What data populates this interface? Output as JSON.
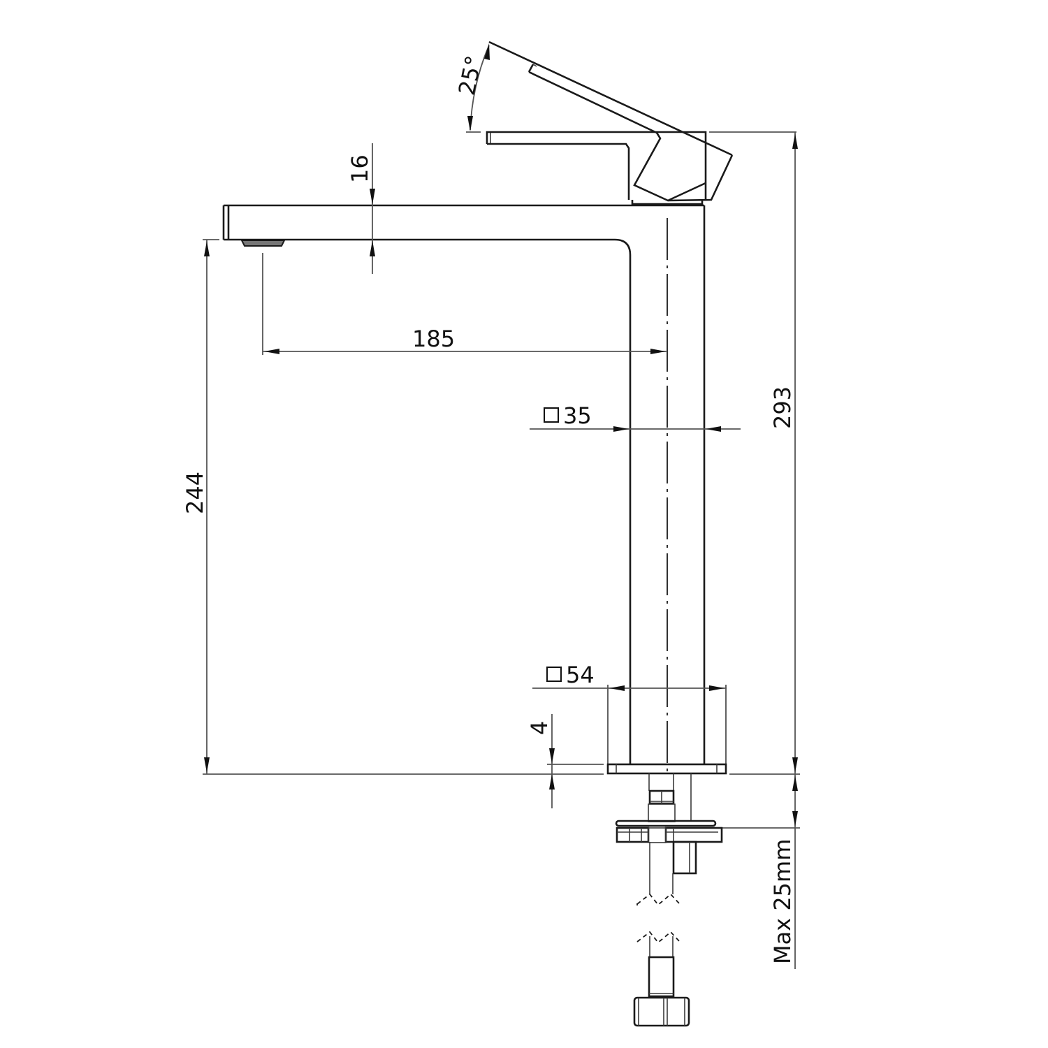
{
  "diagram": {
    "type": "technical-drawing",
    "subject": "tall basin mixer tap (side elevation)",
    "colors": {
      "line": "#1a1a1a",
      "dimension": "#555555",
      "background": "#ffffff"
    }
  },
  "dimensions": {
    "lever_angle": "25°",
    "spout_thickness": "16",
    "spout_reach": "185",
    "body_square": "35",
    "base_square": "54",
    "base_plate_thickness": "4",
    "spout_height": "244",
    "overall_height": "293",
    "max_counter_thickness": "Max 25mm"
  },
  "symbols": {
    "square_symbol": "square-section-icon"
  }
}
